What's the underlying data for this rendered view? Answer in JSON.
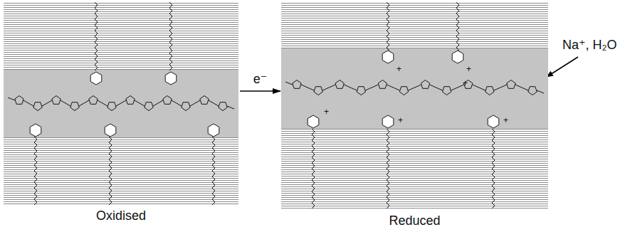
{
  "diagram": {
    "nodes": [
      {
        "text": [
          "Oxidised"
        ]
      },
      {
        "text": [
          "Reduced"
        ]
      }
    ],
    "edges": [
      {
        "from": 0,
        "to": 1,
        "label": "e⁻",
        "arrow": "to"
      }
    ],
    "labels": [
      "Na⁺, H₂O",
      "+",
      "+",
      "+",
      "+",
      "+",
      "+"
    ]
  }
}
